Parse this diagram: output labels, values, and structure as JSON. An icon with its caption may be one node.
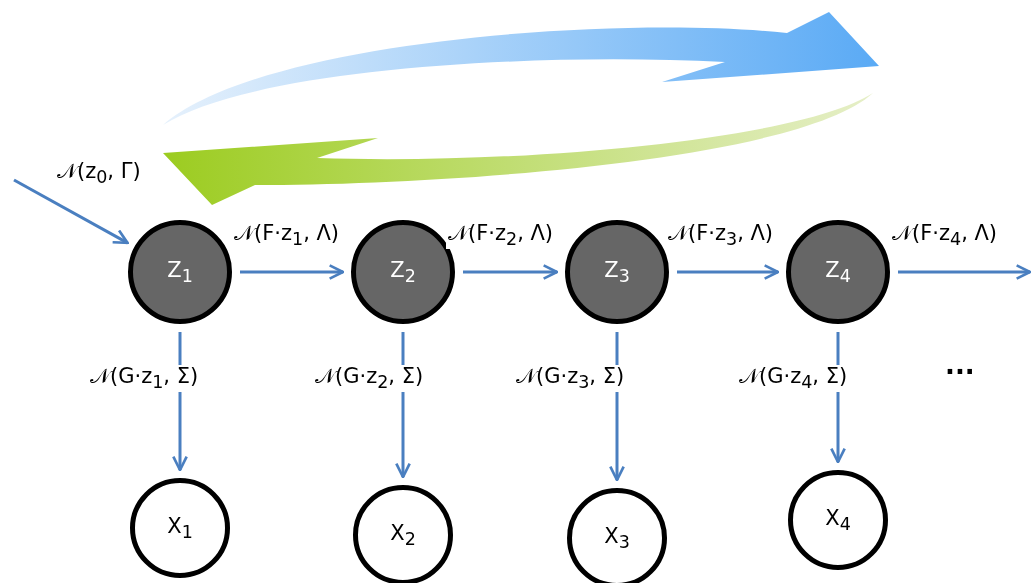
{
  "diagram": {
    "nodes": [
      {
        "text": [
          "Z$_{1}$"
        ]
      },
      {
        "text": [
          "Z$_{2}$"
        ]
      },
      {
        "text": [
          "Z$_{3}$"
        ]
      },
      {
        "text": [
          "Z$_{4}$"
        ]
      },
      {
        "text": [
          "X$_{1}$"
        ]
      },
      {
        "text": [
          "X$_{2}$"
        ]
      },
      {
        "text": [
          "X$_{3}$"
        ]
      },
      {
        "text": [
          "X$_{4}$"
        ]
      }
    ],
    "edges": [
      {
        "from": null,
        "to": 0,
        "arrow": "to",
        "label": "𝒩(z$_{0}$, Γ)"
      },
      {
        "from": 0,
        "to": 1,
        "arrow": "to",
        "label": "𝒩(F·z$_{1}$, Λ)"
      },
      {
        "from": 1,
        "to": 2,
        "arrow": "to",
        "label": "𝒩(F·z$_{2}$, Λ)"
      },
      {
        "from": 2,
        "to": 3,
        "arrow": "to",
        "label": "𝒩(F·z$_{3}$, Λ)"
      },
      {
        "from": 3,
        "to": null,
        "arrow": "to",
        "label": "𝒩(F·z$_{4}$, Λ)"
      },
      {
        "from": 0,
        "to": 4,
        "arrow": "to",
        "label": "𝒩(G·z$_{1}$, Σ)"
      },
      {
        "from": 1,
        "to": 5,
        "arrow": "to",
        "label": "𝒩(G·z$_{2}$, Σ)"
      },
      {
        "from": 2,
        "to": 6,
        "arrow": "to",
        "label": "𝒩(G·z$_{3}$, Σ)"
      },
      {
        "from": 3,
        "to": 7,
        "arrow": "to",
        "label": "𝒩(G·z$_{4}$, Σ)"
      }
    ],
    "labels": [
      "..."
    ]
  }
}
